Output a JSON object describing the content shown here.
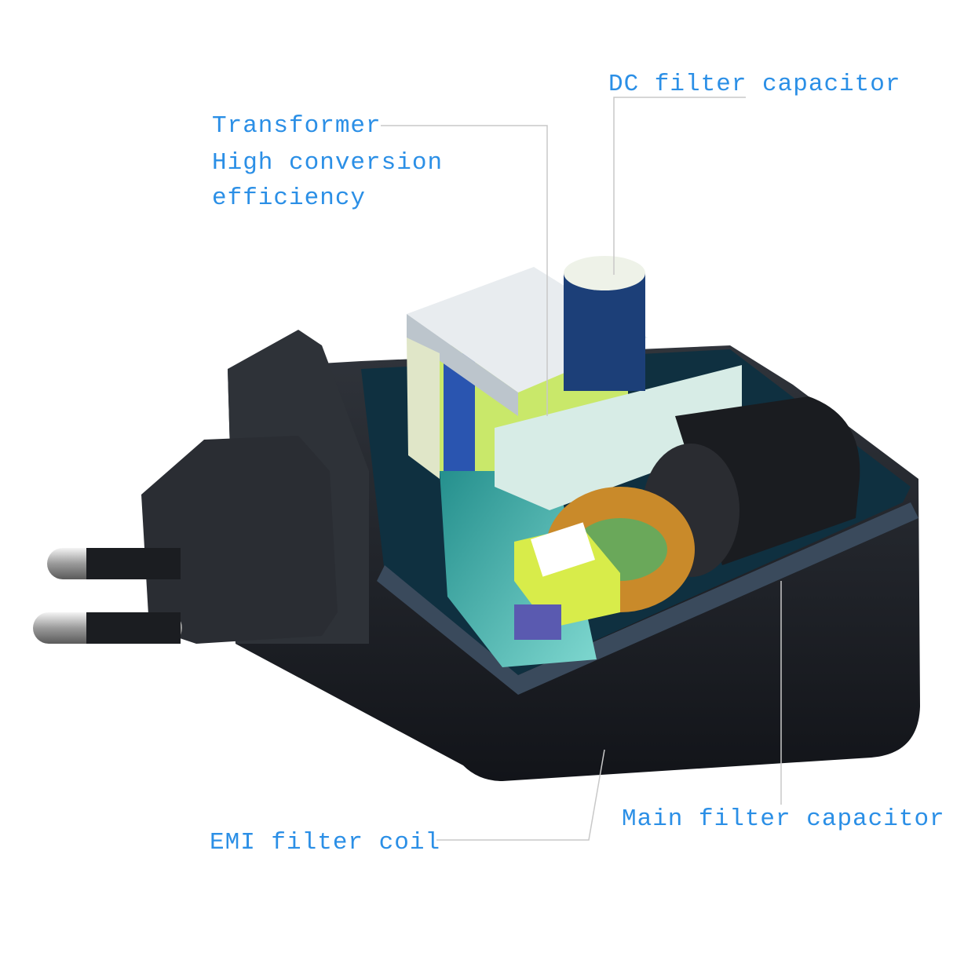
{
  "labels": {
    "dc_filter_capacitor": "DC filter capacitor",
    "transformer": "Transformer",
    "transformer_line2": "High conversion",
    "transformer_line3": "efficiency",
    "main_filter_capacitor": "Main filter capacitor",
    "emi_filter_coil": "EMI filter coil"
  },
  "colors": {
    "label": "#2b8fe6",
    "leader_line": "#c8c8c8",
    "housing": "#22252b"
  }
}
